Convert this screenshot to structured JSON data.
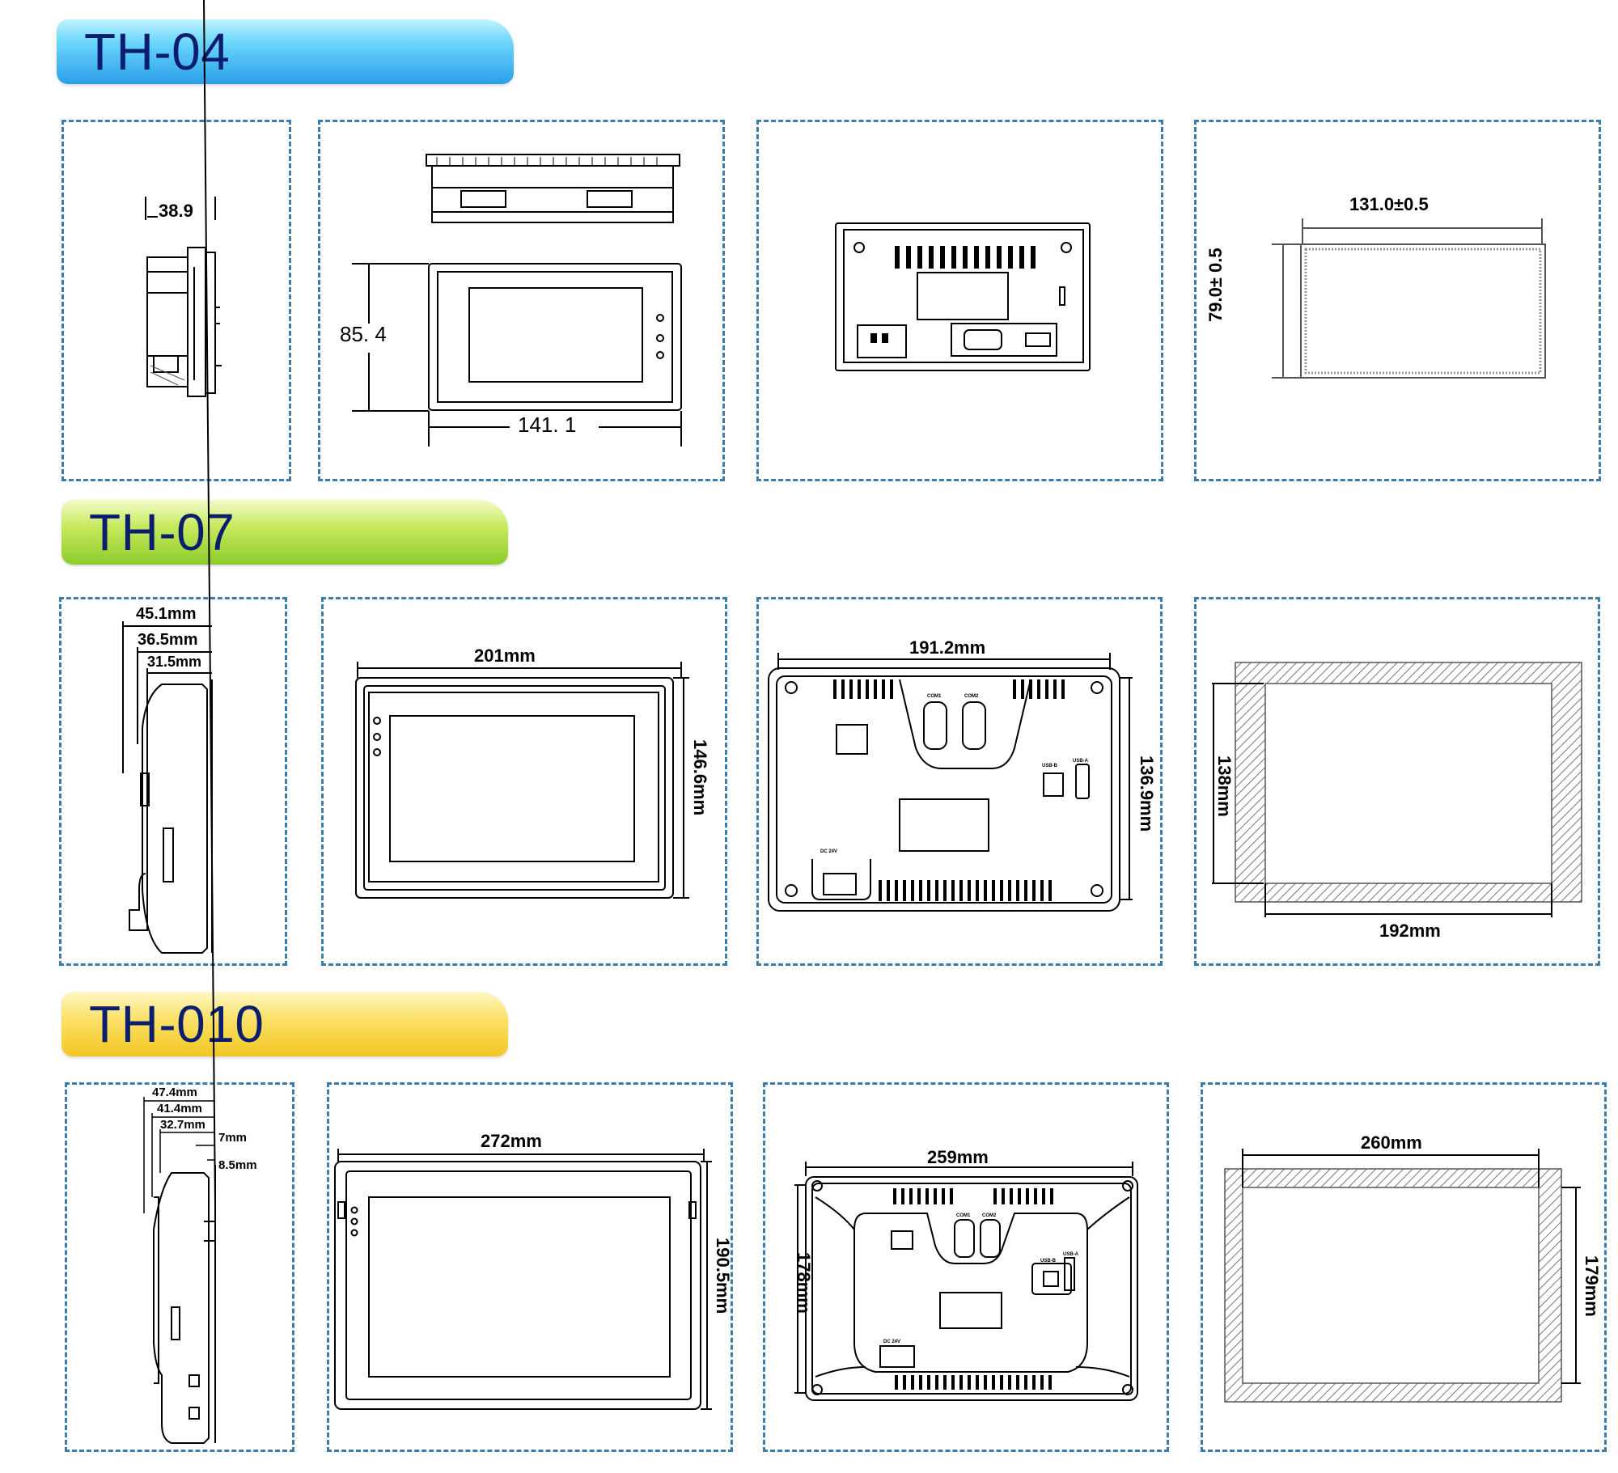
{
  "colors": {
    "panel_border": "#3d7ba8",
    "banner_th04": "#35aef0",
    "banner_th07": "#a8dc3a",
    "banner_th010": "#f6d23a",
    "banner_text": "#0a1d6e"
  },
  "sections": [
    {
      "title": "TH-04",
      "side_view": {
        "depth": "38.9"
      },
      "front_view": {
        "height": "85. 4",
        "width": "141. 1"
      },
      "cutout": {
        "width": "131.0±0.5",
        "height": "79.0± 0.5"
      }
    },
    {
      "title": "TH-07",
      "side_view": {
        "depth_1": "45.1mm",
        "depth_2": "36.5mm",
        "depth_3": "31.5mm"
      },
      "front_view": {
        "width": "201mm",
        "height": "146.6mm"
      },
      "rear_view": {
        "width": "191.2mm",
        "height": "136.9mm",
        "port_labels": [
          "COM1",
          "COM2",
          "USB-B",
          "USB-A",
          "DC 24V"
        ]
      },
      "cutout": {
        "height": "138mm",
        "width": "192mm"
      }
    },
    {
      "title": "TH-010",
      "side_view": {
        "depth_1": "47.4mm",
        "depth_2": "41.4mm",
        "depth_3": "32.7mm",
        "depth_4": "7mm",
        "depth_5": "8.5mm"
      },
      "front_view": {
        "width": "272mm",
        "height": "190.5mm"
      },
      "rear_view": {
        "width": "259mm",
        "height": "178mm",
        "port_labels": [
          "COM1",
          "COM2",
          "USB-B",
          "USB-A",
          "DC 24V"
        ]
      },
      "cutout": {
        "width": "260mm",
        "height": "179mm"
      }
    }
  ]
}
